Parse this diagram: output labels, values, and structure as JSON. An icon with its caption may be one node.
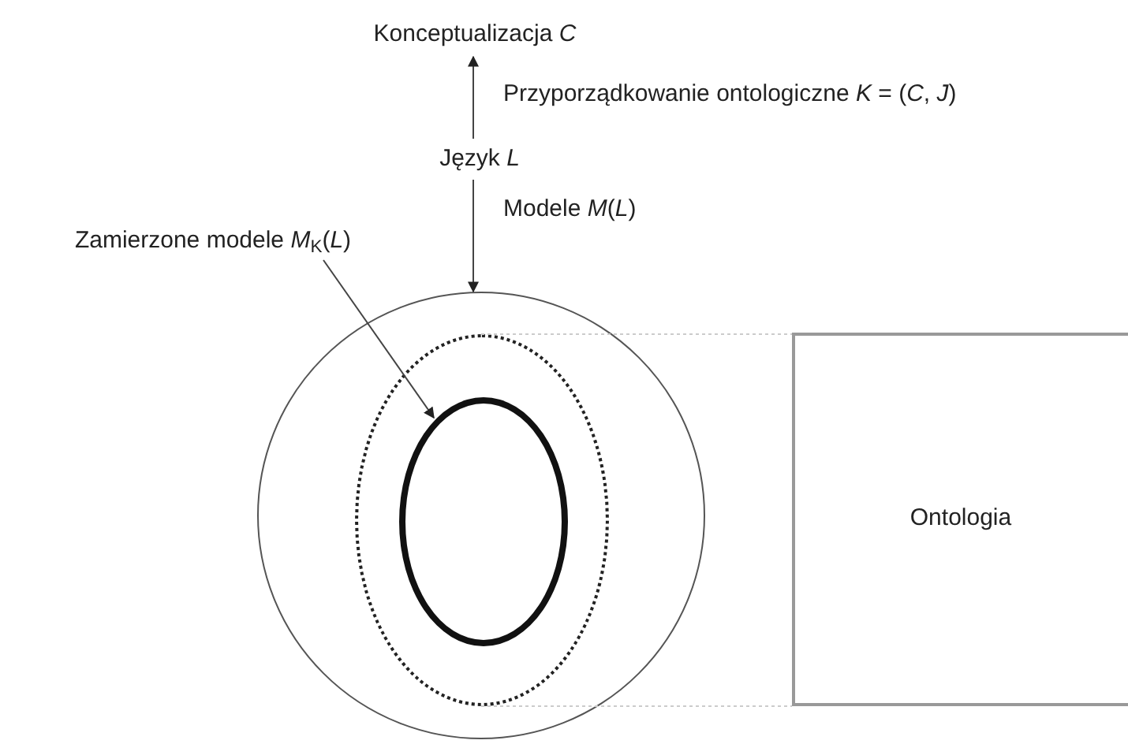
{
  "diagram": {
    "nodes": [
      {
        "text": [
          "Konceptualizacja *C*"
        ]
      },
      {
        "text": [
          "Język *L*"
        ]
      },
      {
        "text": [
          "Zamierzone modele *M*$_{K}$(*L*)"
        ]
      },
      {
        "text": [],
        "shape": "circle"
      },
      {
        "text": [],
        "shape": "ellipse",
        "in": 3
      },
      {
        "text": [],
        "shape": "ellipse",
        "in": 4
      },
      {
        "text": [
          "Ontologia"
        ]
      }
    ],
    "edges": [
      {
        "from": 1,
        "to": 0,
        "arrow": "to",
        "label": "Przyporządkowanie ontologiczne *K* = (*C*, *J*)"
      },
      {
        "from": 1,
        "to": 3,
        "arrow": "to",
        "label": "Modele *M*(*L*)"
      },
      {
        "from": 2,
        "to": 5,
        "arrow": "to"
      },
      {
        "from": 4,
        "to": 6,
        "arrow": "none",
        "style": "dashed",
        "color": "#cccccc"
      },
      {
        "from": 4,
        "to": 6,
        "arrow": "none",
        "style": "dashed",
        "color": "#cccccc"
      }
    ]
  }
}
